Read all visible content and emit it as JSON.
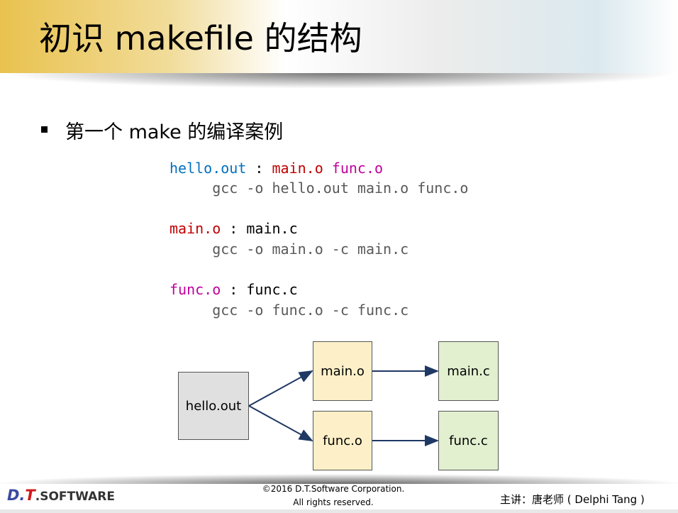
{
  "title": "初识 makefile 的结构",
  "subtitle": "第一个 make 的编译案例",
  "code": [
    [
      {
        "t": "hello.out",
        "c": "b"
      },
      {
        "t": " : ",
        "c": "k"
      },
      {
        "t": "main.o",
        "c": "r"
      },
      {
        "t": " ",
        "c": "k"
      },
      {
        "t": "func.o",
        "c": "m"
      }
    ],
    [
      {
        "t": "     gcc -o hello.out main.o func.o",
        "c": "g"
      }
    ],
    [
      {
        "t": " ",
        "c": "k"
      }
    ],
    [
      {
        "t": "main.o",
        "c": "r"
      },
      {
        "t": " : main.c",
        "c": "k"
      }
    ],
    [
      {
        "t": "     gcc -o main.o -c main.c",
        "c": "g"
      }
    ],
    [
      {
        "t": " ",
        "c": "k"
      }
    ],
    [
      {
        "t": "func.o",
        "c": "m"
      },
      {
        "t": " : func.c",
        "c": "k"
      }
    ],
    [
      {
        "t": "     gcc -o func.o -c func.c",
        "c": "g"
      }
    ]
  ],
  "diagram": {
    "hello": "hello.out",
    "main_o": "main.o",
    "func_o": "func.o",
    "main_c": "main.c",
    "func_c": "func.c",
    "colors": {
      "target": "#e0e0e0",
      "object": "#fdf0c8",
      "source": "#e2f0d0",
      "arrow": "#1f3864"
    }
  },
  "footer": {
    "logo_d": "D.",
    "logo_t": "T",
    "logo_s": ".SOFTWARE",
    "copyright": "©2016 D.T.Software Corporation.",
    "rights": "All rights reserved.",
    "lecturer": "主讲：唐老师 ( Delphi Tang )"
  }
}
